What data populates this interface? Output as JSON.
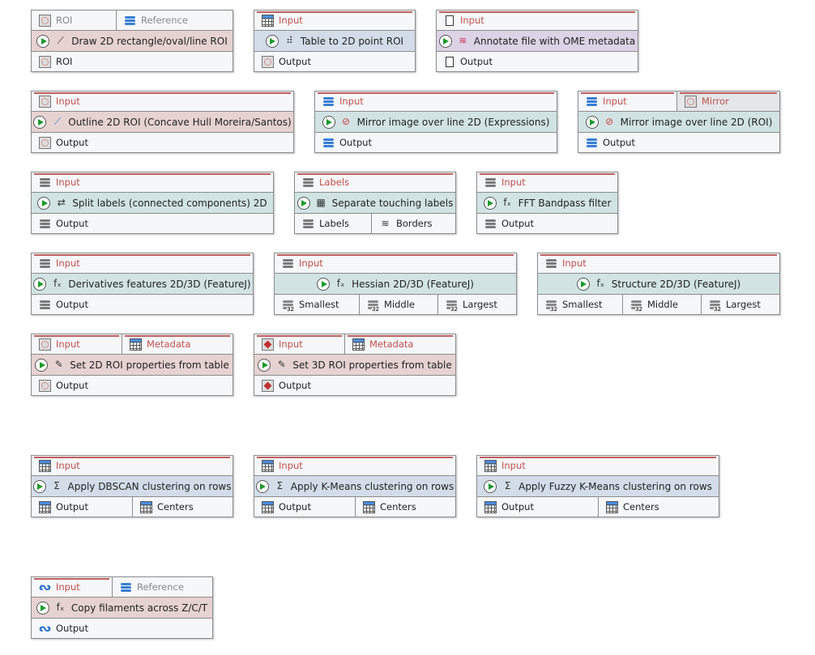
{
  "colors": {
    "roi": "#e6d3d1",
    "table": "#d3dde9",
    "misc": "#dcd3e6",
    "image": "#d2e3e4",
    "required": "#c0504d"
  },
  "nodes": [
    {
      "title": "Draw 2D rectangle/oval/line ROI",
      "category": "roi",
      "icon": "line-icon",
      "inputs": [
        {
          "label": "ROI",
          "icon": "roi-icon",
          "state": "opt"
        },
        {
          "label": "Reference",
          "icon": "stack-blue-icon",
          "state": "opt"
        }
      ],
      "outputs": [
        {
          "label": "ROI",
          "icon": "roi-icon"
        }
      ]
    },
    {
      "title": "Table to 2D point ROI",
      "category": "table",
      "icon": "scatter-icon",
      "inputs": [
        {
          "label": "Input",
          "icon": "table-icon",
          "state": "req"
        }
      ],
      "outputs": [
        {
          "label": "Output",
          "icon": "roi-icon"
        }
      ]
    },
    {
      "title": "Annotate file with OME metadata",
      "category": "misc",
      "icon": "ome-icon",
      "inputs": [
        {
          "label": "Input",
          "icon": "file-icon",
          "state": "req"
        }
      ],
      "outputs": [
        {
          "label": "Output",
          "icon": "file-icon"
        }
      ]
    },
    {
      "title": "Outline 2D ROI (Concave Hull Moreira/Santos)",
      "category": "roi",
      "icon": "outline-icon",
      "inputs": [
        {
          "label": "Input",
          "icon": "roi-icon",
          "state": "req"
        }
      ],
      "outputs": [
        {
          "label": "Output",
          "icon": "roi-icon"
        }
      ]
    },
    {
      "title": "Mirror image over line 2D (Expressions)",
      "category": "image",
      "icon": "mirror-icon",
      "inputs": [
        {
          "label": "Input",
          "icon": "stack-blue-icon",
          "state": "req"
        }
      ],
      "outputs": [
        {
          "label": "Output",
          "icon": "stack-blue-icon"
        }
      ]
    },
    {
      "title": "Mirror image over line 2D (ROI)",
      "category": "image",
      "icon": "mirror-icon",
      "inputs": [
        {
          "label": "Input",
          "icon": "stack-blue-icon",
          "state": "req"
        },
        {
          "label": "Mirror",
          "icon": "roi-icon",
          "state": "req",
          "gray": true
        }
      ],
      "outputs": [
        {
          "label": "Output",
          "icon": "stack-blue-icon"
        }
      ]
    },
    {
      "title": "Split labels (connected components) 2D",
      "category": "image",
      "icon": "split-icon",
      "inputs": [
        {
          "label": "Input",
          "icon": "stack-gray-icon",
          "state": "req"
        }
      ],
      "outputs": [
        {
          "label": "Output",
          "icon": "stack-gray-icon"
        }
      ]
    },
    {
      "title": "Separate touching labels",
      "category": "image",
      "icon": "dots-icon",
      "inputs": [
        {
          "label": "Labels",
          "icon": "stack-gray-icon",
          "state": "req"
        }
      ],
      "outputs": [
        {
          "label": "Labels",
          "icon": "stack-gray-icon"
        },
        {
          "label": "Borders",
          "icon": "stack-black-icon"
        }
      ]
    },
    {
      "title": "FFT Bandpass filter",
      "category": "image",
      "icon": "fx-icon",
      "inputs": [
        {
          "label": "Input",
          "icon": "stack-gray-icon",
          "state": "req"
        }
      ],
      "outputs": [
        {
          "label": "Output",
          "icon": "stack-gray-icon"
        }
      ]
    },
    {
      "title": "Derivatives features 2D/3D (FeatureJ)",
      "category": "image",
      "icon": "fx-icon",
      "inputs": [
        {
          "label": "Input",
          "icon": "stack-gray-icon",
          "state": "req"
        }
      ],
      "outputs": [
        {
          "label": "Output",
          "icon": "stack-gray-icon"
        }
      ]
    },
    {
      "title": "Hessian 2D/3D (FeatureJ)",
      "category": "image",
      "icon": "fx-icon",
      "inputs": [
        {
          "label": "Input",
          "icon": "stack-gray-icon",
          "state": "req"
        }
      ],
      "outputs": [
        {
          "label": "Smallest",
          "icon": "stack-32-icon"
        },
        {
          "label": "Middle",
          "icon": "stack-32-icon"
        },
        {
          "label": "Largest",
          "icon": "stack-32-icon"
        }
      ]
    },
    {
      "title": "Structure 2D/3D (FeatureJ)",
      "category": "image",
      "icon": "fx-icon",
      "inputs": [
        {
          "label": "Input",
          "icon": "stack-gray-icon",
          "state": "req"
        }
      ],
      "outputs": [
        {
          "label": "Smallest",
          "icon": "stack-32-icon"
        },
        {
          "label": "Middle",
          "icon": "stack-32-icon"
        },
        {
          "label": "Largest",
          "icon": "stack-32-icon"
        }
      ]
    },
    {
      "title": "Set 2D ROI properties from table",
      "category": "roi",
      "icon": "pencil-icon",
      "inputs": [
        {
          "label": "Input",
          "icon": "roi-icon",
          "state": "req"
        },
        {
          "label": "Metadata",
          "icon": "table-icon",
          "state": "req"
        }
      ],
      "outputs": [
        {
          "label": "Output",
          "icon": "roi-icon"
        }
      ]
    },
    {
      "title": "Set 3D ROI properties from table",
      "category": "roi",
      "icon": "pencil-icon",
      "inputs": [
        {
          "label": "Input",
          "icon": "roi3d-icon",
          "state": "req"
        },
        {
          "label": "Metadata",
          "icon": "table-icon",
          "state": "req"
        }
      ],
      "outputs": [
        {
          "label": "Output",
          "icon": "roi3d-icon"
        }
      ]
    },
    {
      "title": "Apply DBSCAN clustering on rows",
      "category": "table",
      "icon": "sigma-icon",
      "inputs": [
        {
          "label": "Input",
          "icon": "table-icon",
          "state": "req"
        }
      ],
      "outputs": [
        {
          "label": "Output",
          "icon": "table-icon"
        },
        {
          "label": "Centers",
          "icon": "table-icon"
        }
      ]
    },
    {
      "title": "Apply K-Means clustering on rows",
      "category": "table",
      "icon": "sigma-icon",
      "inputs": [
        {
          "label": "Input",
          "icon": "table-icon",
          "state": "req"
        }
      ],
      "outputs": [
        {
          "label": "Output",
          "icon": "table-icon"
        },
        {
          "label": "Centers",
          "icon": "table-icon"
        }
      ]
    },
    {
      "title": "Apply Fuzzy K-Means clustering on rows",
      "category": "table",
      "icon": "sigma-icon",
      "inputs": [
        {
          "label": "Input",
          "icon": "table-icon",
          "state": "req"
        }
      ],
      "outputs": [
        {
          "label": "Output",
          "icon": "table-icon"
        },
        {
          "label": "Centers",
          "icon": "table-icon"
        }
      ]
    },
    {
      "title": "Copy filaments across Z/C/T",
      "category": "roi",
      "icon": "fx-icon",
      "inputs": [
        {
          "label": "Input",
          "icon": "filament-icon",
          "state": "req"
        },
        {
          "label": "Reference",
          "icon": "stack-blue-icon",
          "state": "opt"
        }
      ],
      "outputs": [
        {
          "label": "Output",
          "icon": "filament-icon"
        }
      ]
    }
  ]
}
